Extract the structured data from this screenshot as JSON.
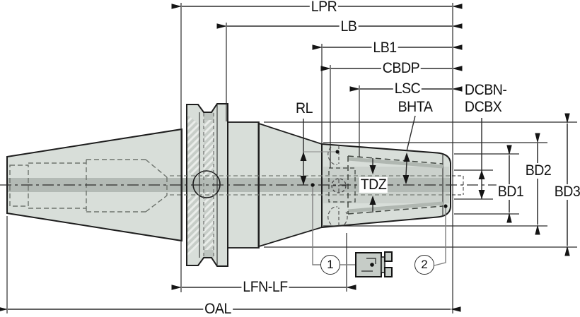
{
  "drawing": {
    "type": "tool-holder-dimension-diagram",
    "labels": {
      "lpr": "LPR",
      "lb": "LB",
      "lb1": "LB1",
      "cbdp": "CBDP",
      "lsc": "LSC",
      "dcbn_line1": "DCBN-",
      "dcbn_line2": "DCBX",
      "rl": "RL",
      "bhta": "BHTA",
      "tdz": "TDZ",
      "bd1": "BD1",
      "bd2": "BD2",
      "bd3": "BD3",
      "lfn_lf": "LFN-LF",
      "oal": "OAL"
    },
    "callouts": [
      {
        "number": "1"
      },
      {
        "number": "2"
      }
    ],
    "colors": {
      "body_fill": "#d8ded9",
      "bore_band": "#b3bab5",
      "bore_shade": "#cbd1cc",
      "hatch_dark": "#c7cdc8",
      "hatch_light": "#e9ece9",
      "outline": "#1d1d1d",
      "dimension_line": "#2b2b2b",
      "leader_gray": "#7f7f7f",
      "hidden_line": "#6d736d"
    }
  }
}
